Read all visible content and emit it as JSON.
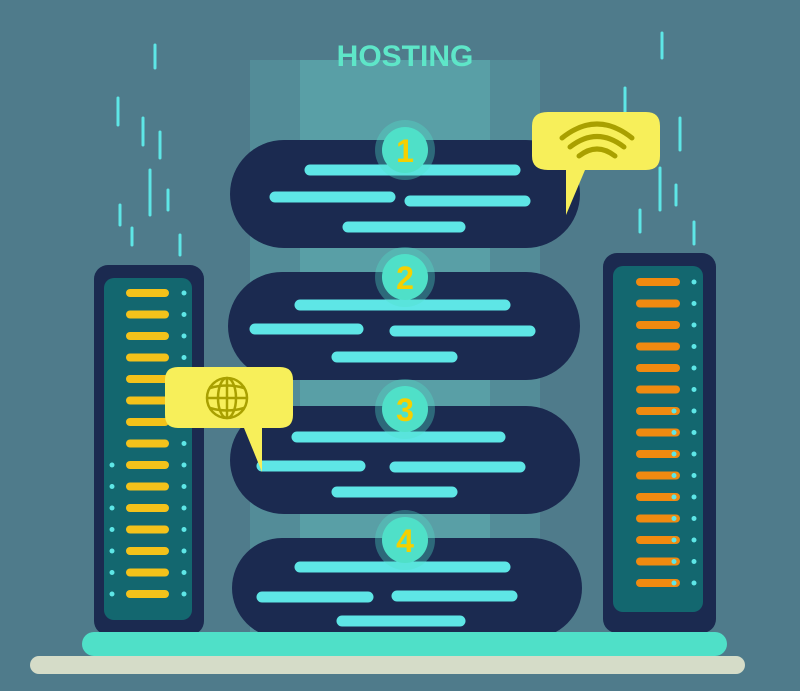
{
  "title": "HOSTING",
  "server_numbers": [
    "1",
    "2",
    "3",
    "4"
  ],
  "icons": {
    "wifi": "wifi-icon",
    "globe": "globe-icon"
  },
  "colors": {
    "background": "#4f7b8b",
    "server_body": "#1b2a50",
    "accent_cyan": "#5ee6e6",
    "number_badge": "#4fe0c8",
    "number_text": "#f5d000",
    "bubble": "#f7ef5a",
    "bubble_icon": "#a9a000",
    "left_leds": "#f4c21a",
    "right_leds": "#f08a10",
    "rack_panel": "#13676f",
    "base_top": "#4fe0c8",
    "base_bottom": "#d5dcc8"
  }
}
